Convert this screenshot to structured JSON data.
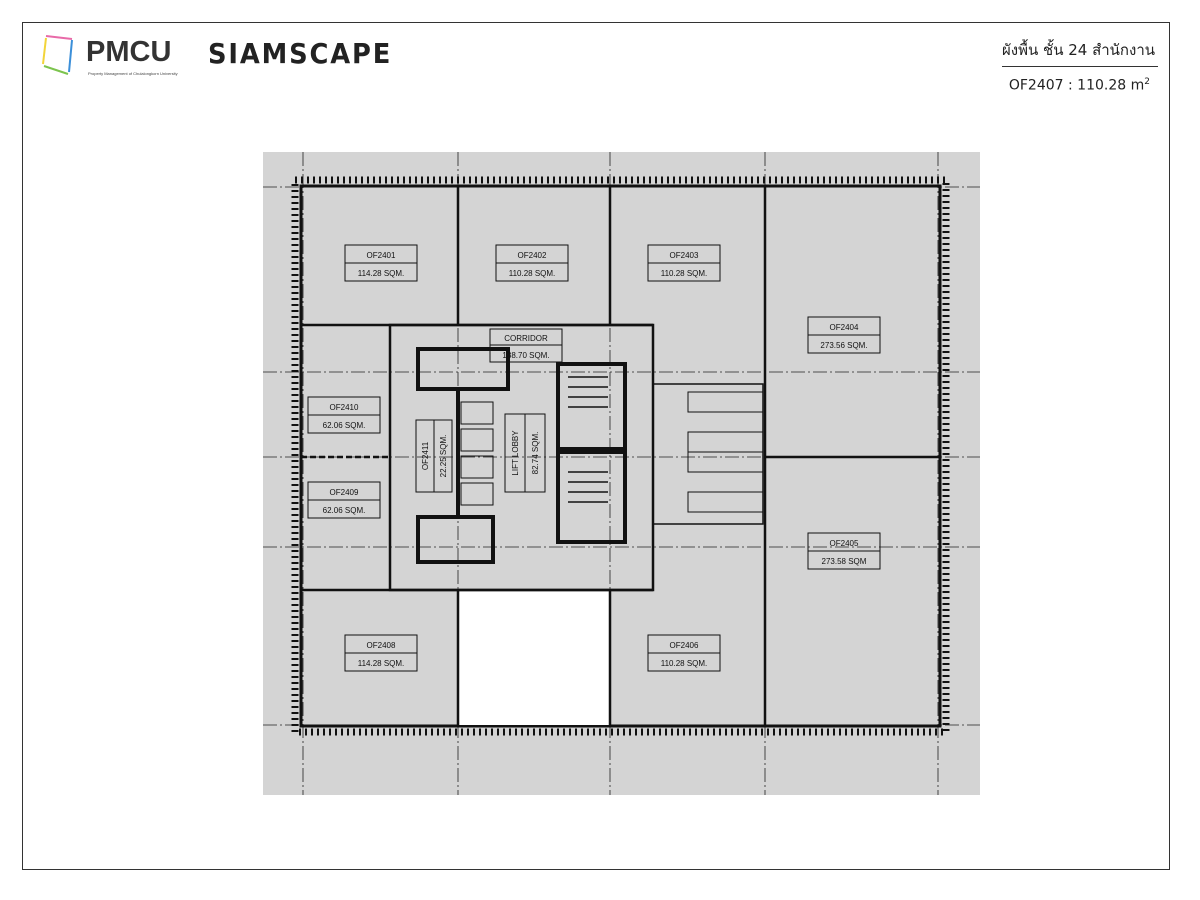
{
  "header": {
    "logo_pmcu": "PMCU",
    "logo_pmcu_subtitle": "Property Management of Chulalongkorn University",
    "logo_siamscape": "SIAMSCAPE",
    "title": "ผังพื้น ชั้น 24 สำนักงาน",
    "unit_label": "OF2407 : 110.28 m",
    "unit_superscript": "2"
  },
  "plan": {
    "rooms": [
      {
        "id": "OF2401",
        "area": "114.28 SQM."
      },
      {
        "id": "OF2402",
        "area": "110.28 SQM."
      },
      {
        "id": "OF2403",
        "area": "110.28 SQM."
      },
      {
        "id": "OF2404",
        "area": "273.56 SQM."
      },
      {
        "id": "OF2405",
        "area": "273.58 SQM"
      },
      {
        "id": "OF2406",
        "area": "110.28 SQM."
      },
      {
        "id": "OF2408",
        "area": "114.28 SQM."
      },
      {
        "id": "OF2409",
        "area": "62.06 SQM."
      },
      {
        "id": "OF2410",
        "area": "62.06 SQM."
      },
      {
        "id": "OF2411",
        "area": "22.25 SQM."
      },
      {
        "id": "CORRIDOR",
        "area": "138.70 SQM."
      },
      {
        "id": "LIFT LOBBY",
        "area": "82.74 SQM."
      }
    ]
  }
}
